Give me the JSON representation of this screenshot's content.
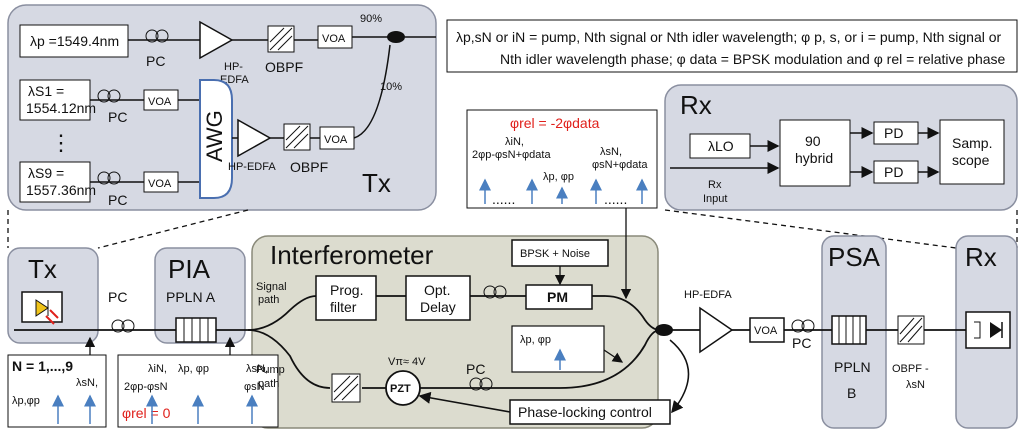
{
  "legend": {
    "line1": "λp,sN or iN = pump, Nth signal or Nth idler wavelength; φ p, s, or i = pump, Nth signal or",
    "line2": "Nth idler wavelength phase; φ data = BPSK modulation and φ rel = relative phase"
  },
  "tx_detail": {
    "title": "Tx",
    "pump": "λp =1549.4nm",
    "s1_a": "λS1 =",
    "s1_b": "1554.12nm",
    "s9_a": "λS9 =",
    "s9_b": "1557.36nm",
    "pc": "PC",
    "hp_edfa": "HP-",
    "hp_edfa2": "EDFA",
    "hp_edfa_full": "HP-EDFA",
    "obpf": "OBPF",
    "voa": "VOA",
    "awg": "AWG",
    "pct90": "90%",
    "pct10": "10%",
    "dots": "⋮"
  },
  "rx_detail": {
    "title": "Rx",
    "lo": "λLO",
    "hybrid_a": "90",
    "hybrid_b": "hybrid",
    "pd": "PD",
    "scope_a": "Samp.",
    "scope_b": "scope",
    "input_a": "Rx",
    "input_b": "Input"
  },
  "spectrum": {
    "relation": "φrel = -2φdata",
    "idler_a": "λiN,",
    "idler_b": "2φp-φsN+φdata",
    "pump": "λp, φp",
    "signal_a": "λsN,",
    "signal_b": "φsN+φdata",
    "dots": "......"
  },
  "main": {
    "tx": "Tx",
    "pc": "PC",
    "pia": "PIA",
    "ppln_a": "PPLN A",
    "interferometer": "Interferometer",
    "signal_path_a": "Signal",
    "signal_path_b": "path",
    "pump_path_a": "Pump",
    "pump_path_b": "path",
    "prog_filter_a": "Prog.",
    "prog_filter_b": "filter",
    "opt_delay_a": "Opt.",
    "opt_delay_b": "Delay",
    "bpsk": "BPSK + Noise",
    "pm": "PM",
    "vpi": "Vπ≈ 4V",
    "pzt": "PZT",
    "pc2": "PC",
    "pump_box": "λp, φp",
    "phase_lock": "Phase-locking control",
    "hp_edfa": "HP-EDFA",
    "voa": "VOA",
    "pc3": "PC",
    "psa": "PSA",
    "ppln_b_a": "PPLN",
    "ppln_b_b": "B",
    "obpf_a": "OBPF -",
    "obpf_b": "λsN",
    "rx": "Rx"
  },
  "input_spec": {
    "n": "N = 1,...,9",
    "signal": "λsN,",
    "pump": "λp,φp"
  },
  "pia_spec": {
    "idler_a": "λiN,",
    "idler_b": "2φp-φsN",
    "pump": "λp, φp",
    "signal_a": "λsN,",
    "signal_b": "φsN",
    "rel": "φrel = 0"
  }
}
